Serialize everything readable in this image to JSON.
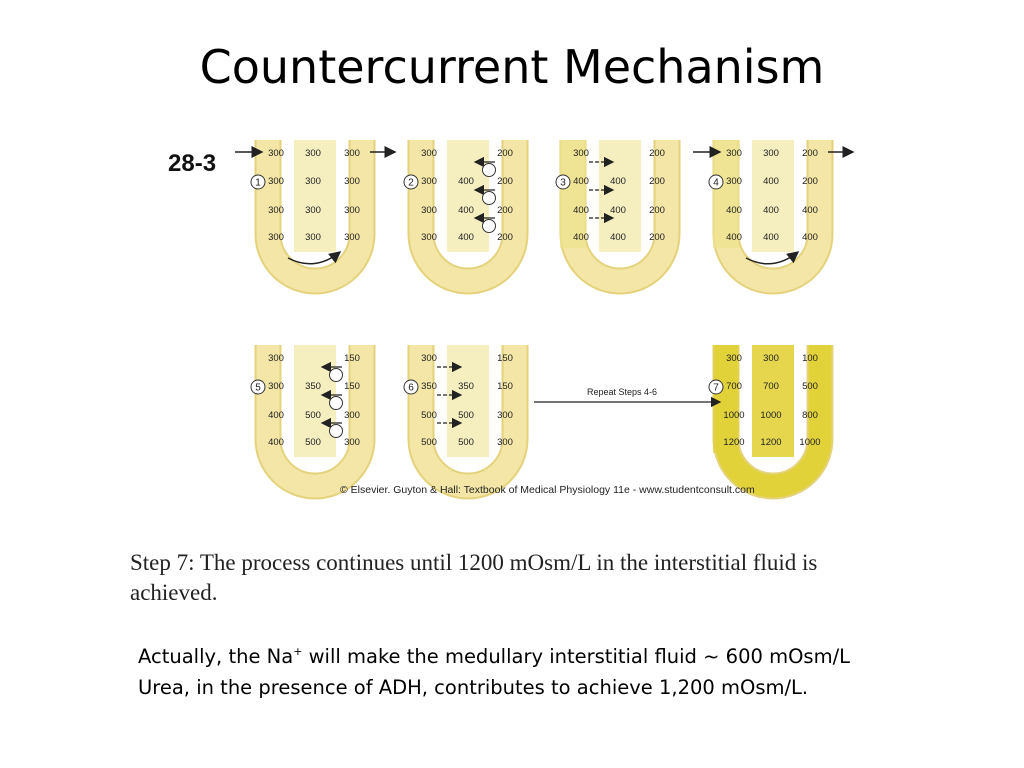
{
  "slide": {
    "title": "Countercurrent Mechanism",
    "figure_label": "28-3",
    "credit": "© Elsevier. Guyton & Hall: Textbook of Medical Physiology 11e - www.studentconsult.com",
    "step_caption": "Step 7: The process continues until 1200 mOsm/L in the interstitial fluid is achieved.",
    "note": {
      "line1_prefix": "Actually, the Na",
      "line1_sup": "+",
      "line1_suffix": " will make the medullary interstitial fluid ~ 600 mOsm/L",
      "line2": "Urea, in the presence of ADH, contributes to achieve 1,200 mOsm/L."
    }
  },
  "diagram": {
    "repeat_label": "Repeat Steps 4-6",
    "colors": {
      "tube": "#f3e6a6",
      "tube_edge": "#e4d27c",
      "interstitium": "#ece28c",
      "final": "#e2d23a"
    },
    "steps": [
      {
        "number": "1",
        "values": [
          [
            "300",
            "300",
            "300"
          ],
          [
            "300",
            "300",
            "300"
          ],
          [
            "300",
            "300",
            "300"
          ],
          [
            "300",
            "300",
            "300"
          ]
        ]
      },
      {
        "number": "2",
        "values": [
          [
            "300",
            "",
            "200"
          ],
          [
            "300",
            "400",
            "200"
          ],
          [
            "300",
            "400",
            "200"
          ],
          [
            "300",
            "400",
            "200"
          ]
        ]
      },
      {
        "number": "3",
        "values": [
          [
            "300",
            "",
            "200"
          ],
          [
            "400",
            "400",
            "200"
          ],
          [
            "400",
            "400",
            "200"
          ],
          [
            "400",
            "400",
            "200"
          ]
        ]
      },
      {
        "number": "4",
        "values": [
          [
            "300",
            "300",
            "200"
          ],
          [
            "300",
            "400",
            "200"
          ],
          [
            "400",
            "400",
            "400"
          ],
          [
            "400",
            "400",
            "400"
          ]
        ]
      },
      {
        "number": "5",
        "values": [
          [
            "300",
            "",
            "150"
          ],
          [
            "300",
            "350",
            "150"
          ],
          [
            "400",
            "500",
            "300"
          ],
          [
            "400",
            "500",
            "300"
          ]
        ]
      },
      {
        "number": "6",
        "values": [
          [
            "300",
            "",
            "150"
          ],
          [
            "350",
            "350",
            "150"
          ],
          [
            "500",
            "500",
            "300"
          ],
          [
            "500",
            "500",
            "300"
          ]
        ]
      },
      {
        "number": "7",
        "values": [
          [
            "300",
            "300",
            "100"
          ],
          [
            "700",
            "700",
            "500"
          ],
          [
            "1000",
            "1000",
            "800"
          ],
          [
            "1200",
            "1200",
            "1000"
          ]
        ]
      }
    ]
  }
}
